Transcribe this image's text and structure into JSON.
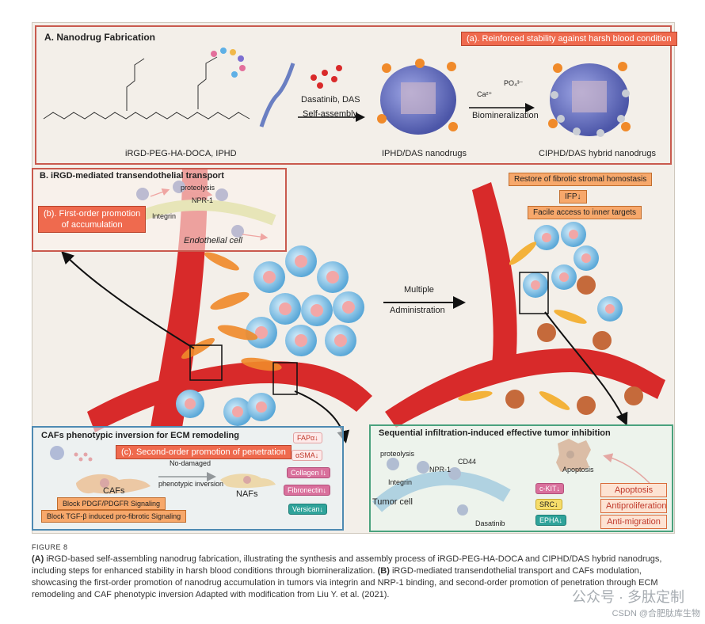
{
  "panel_a": {
    "title": "A. Nanodrug Fabrication",
    "banner": "(a). Reinforced stability against harsh blood condition",
    "reagents_1": "Dasatinib, DAS",
    "step_1": "Self-assembly",
    "reagent_po4": "PO₄³⁻",
    "reagent_ca": "Ca²⁺",
    "step_2": "Biomineralization",
    "label_1": "iRGD-PEG-HA-DOCA, IPHD",
    "label_2": "IPHD/DAS nanodrugs",
    "label_3": "CIPHD/DAS hybrid nanodrugs"
  },
  "panel_b": {
    "title": "B. iRGD-mediated transendothelial transport",
    "banner_line1": "(b). First-order promotion",
    "banner_line2": "of accumulation",
    "proteolysis": "proteolysis",
    "nrp1": "NPR-1",
    "integrin": "Integrin",
    "endothelial": "Endothelial cell"
  },
  "middle": {
    "arrow_line1": "Multiple",
    "arrow_line2": "Administration"
  },
  "outcomes": [
    "Restore of fibrotic stromal homostasis",
    "IFP↓",
    "Facile access to inner targets"
  ],
  "panel_c": {
    "title": "CAFs phenotypic inversion for ECM remodeling",
    "banner": "(c). Second-order promotion of penetration",
    "cafs": "CAFs",
    "arrow_line1": "No-damaged",
    "arrow_line2": "phenotypic inversion",
    "nafs": "NAFs",
    "block_1": "Block PDGF/PDGFR Signaling",
    "block_2": "Block TGF-β induced pro-fibrotic Signaling",
    "markers": [
      "FAPα↓",
      "αSMA↓",
      "Collagen I↓",
      "Fibronectin↓",
      "Versican↓"
    ]
  },
  "panel_d": {
    "title": "Sequential infiltration-induced effective tumor inhibition",
    "proteolysis": "proteolysis",
    "nrp1": "NPR-1",
    "cd44": "CD44",
    "integrin": "Integrin",
    "tumor_cell": "Tumor cell",
    "dasatinib": "Dasatinib",
    "apoptosis_cell": "Apoptosis",
    "targets": [
      "c-KIT↓",
      "SRC↓",
      "EPHA↓"
    ],
    "effects": [
      "Apoptosis",
      "Antiproliferation",
      "Anti-migration"
    ]
  },
  "caption": {
    "figure_label": "FIGURE 8",
    "line_a_lead": "(A)",
    "line_a": " iRGD-based self-assembling nanodrug fabrication, illustrating the synthesis and assembly process of iRGD-PEG-HA-DOCA and CIPHD/DAS hybrid nanodrugs, including steps for enhanced stability in harsh blood conditions through biomineralization. ",
    "line_b_lead": "(B)",
    "line_b": " iRGD-mediated transendothelial transport and CAFs modulation, showcasing the first-order promotion of nanodrug accumulation in tumors via integrin and NRP-1 binding, and second-order promotion of penetration through ECM remodeling and CAF phenotypic inversion Adapted with modification from Liu Y. et al. (2021)."
  },
  "watermark": {
    "main": "公众号 · 多肽定制",
    "sub": "CSDN @合肥肽库生物"
  },
  "colors": {
    "vessel": "#d82a2a",
    "banner": "#ef6a4e",
    "panel_a_border": "#c95a4e",
    "panel_c_border": "#4e8ab2",
    "panel_d_border": "#4aa27e",
    "cell_blue": "#8cc7ea",
    "nucleus": "#f2a7a7",
    "caf": "#f08a2a"
  }
}
